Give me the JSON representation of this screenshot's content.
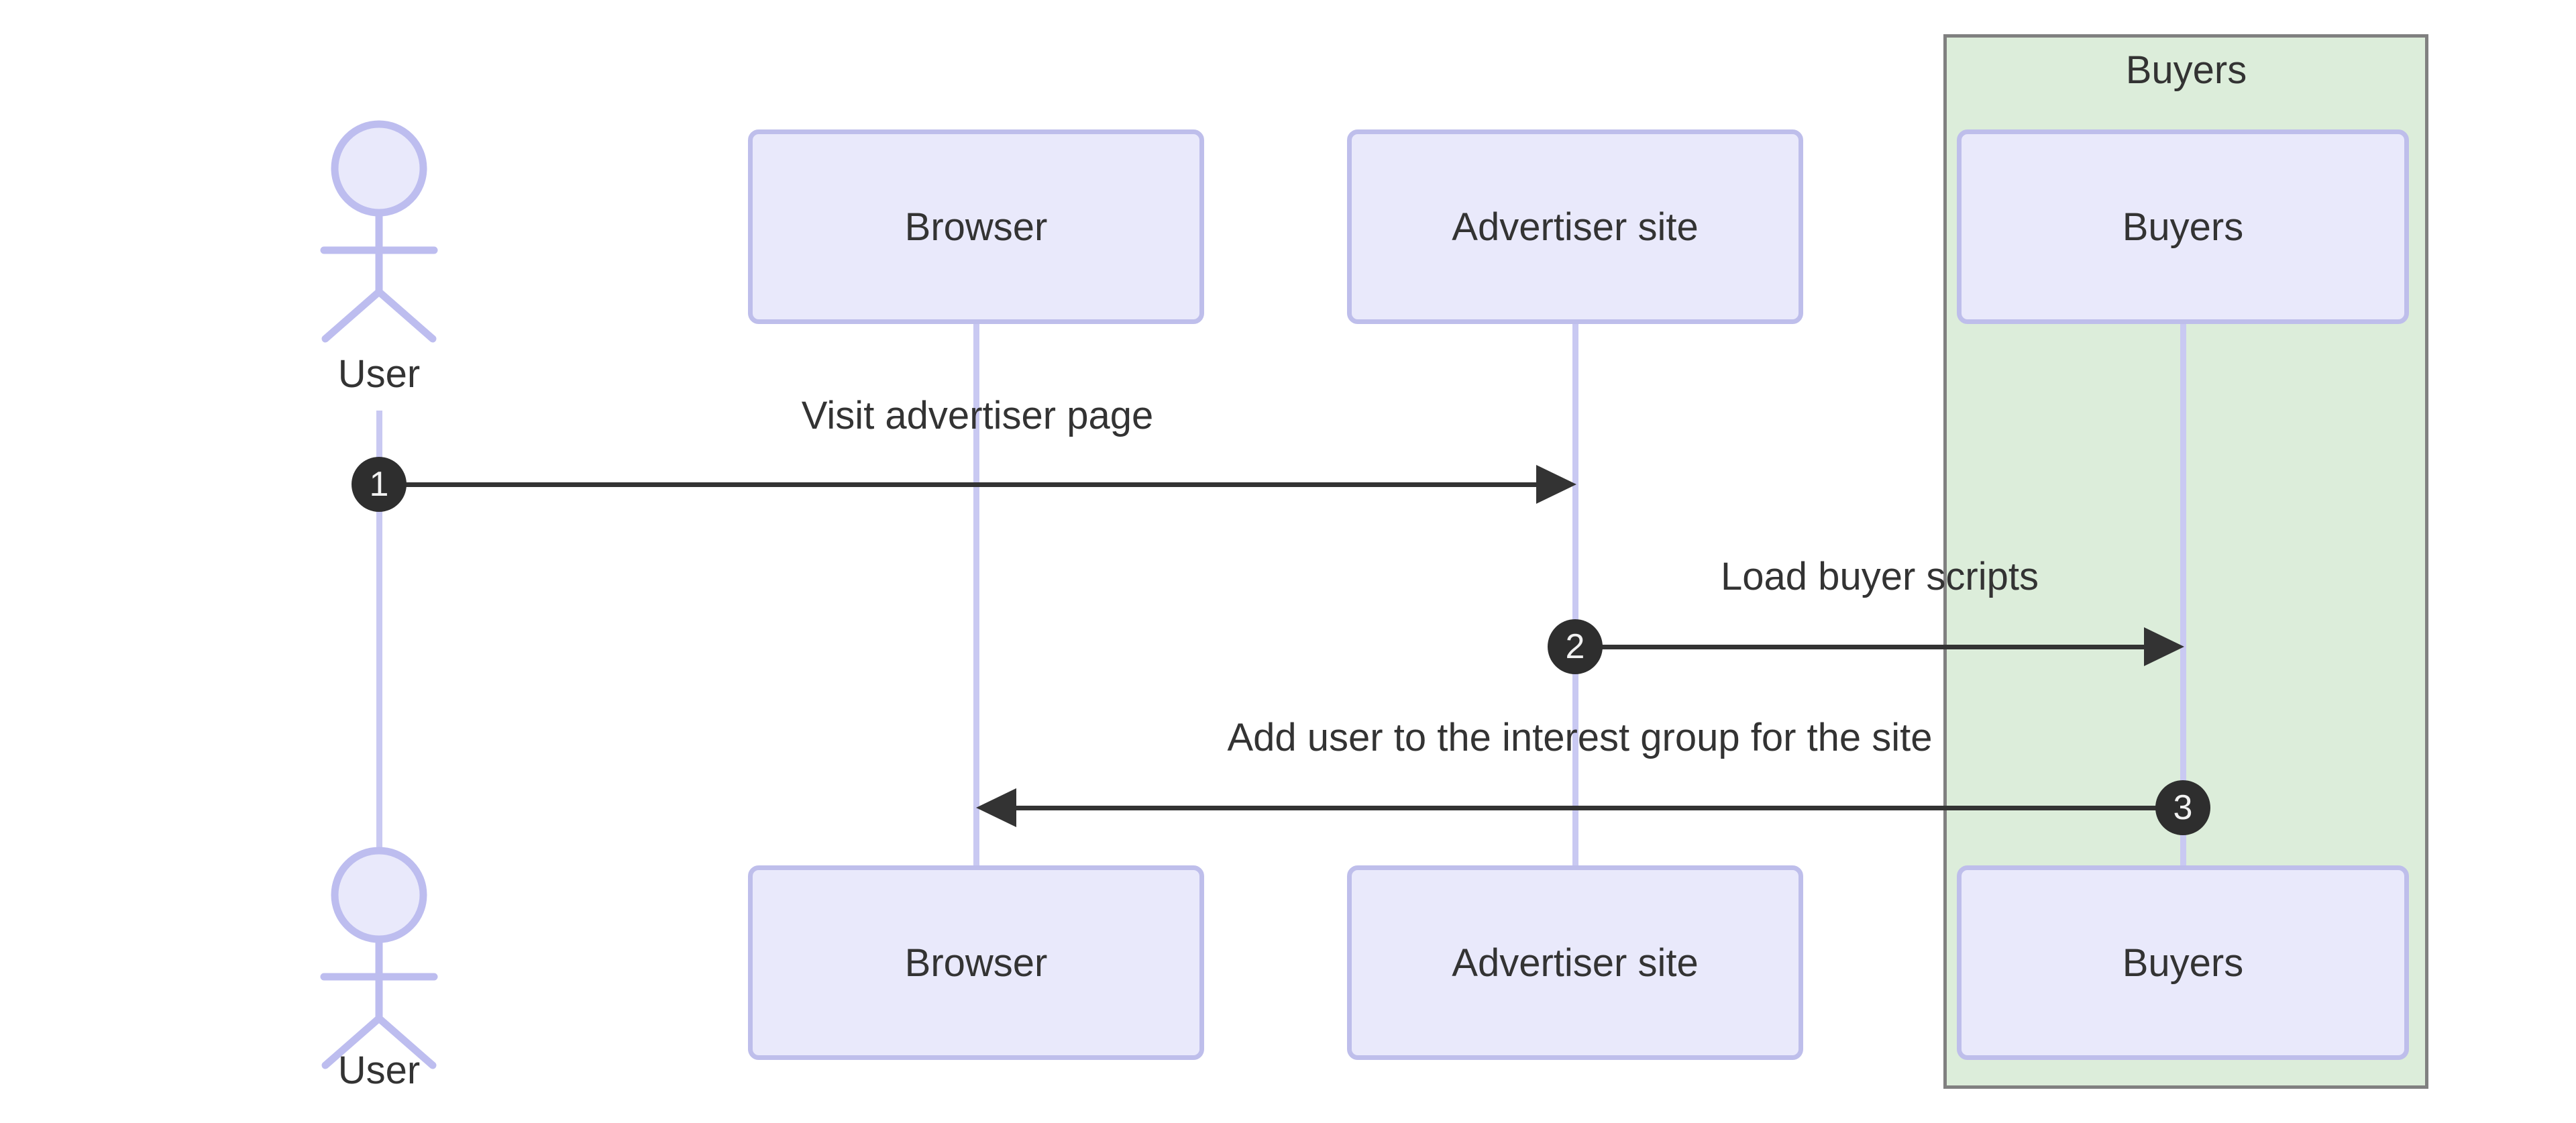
{
  "diagram_type": "sequence-diagram",
  "actors": {
    "user": {
      "label": "User"
    }
  },
  "participants": [
    {
      "id": "browser",
      "label": "Browser"
    },
    {
      "id": "advertiser",
      "label": "Advertiser site"
    },
    {
      "id": "buyers",
      "label": "Buyers"
    }
  ],
  "group": {
    "title": "Buyers"
  },
  "messages": [
    {
      "number": "1",
      "label": "Visit advertiser page",
      "from": "User",
      "to": "Advertiser site",
      "direction": "right"
    },
    {
      "number": "2",
      "label": "Load buyer scripts",
      "from": "Advertiser site",
      "to": "Buyers",
      "direction": "right"
    },
    {
      "number": "3",
      "label": "Add user to the interest group for the site",
      "from": "Buyers",
      "to": "Browser",
      "direction": "left"
    }
  ],
  "colors": {
    "participant_fill": "#E9E9FB",
    "participant_border": "#BEBEEB",
    "lifeline": "#C9C9F2",
    "actor_stroke": "#BDBDEF",
    "group_fill": "#DCEDDA",
    "group_border": "#808080",
    "arrow": "#333333",
    "badge_fill": "#2E2E2E",
    "badge_text": "#F2F2F2",
    "text": "#333333"
  }
}
